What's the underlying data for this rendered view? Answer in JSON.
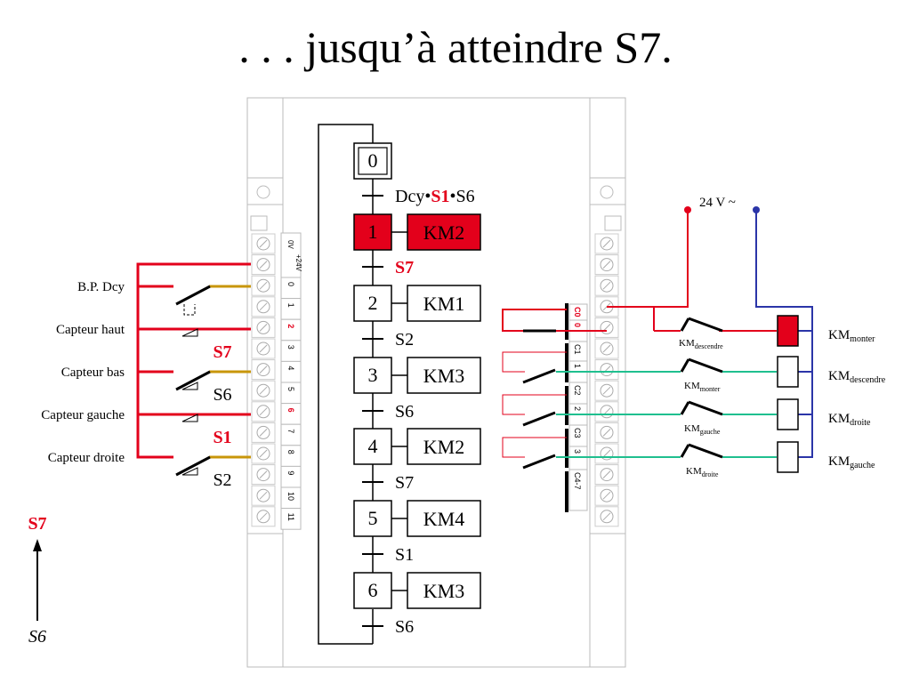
{
  "title": ". . . jusqu’à atteindre S7.",
  "colors": {
    "active": "#e3001b",
    "supply_red": "#e3001b",
    "supply_blue": "#2b35a8",
    "input_wire": "#c8960a",
    "output_wire": "#1fbf8f",
    "frame": "#bbbbbb"
  },
  "grafcet": {
    "steps": [
      {
        "id": "0",
        "initial": true,
        "active": false,
        "action": ""
      },
      {
        "id": "1",
        "initial": false,
        "active": true,
        "action": "KM2"
      },
      {
        "id": "2",
        "initial": false,
        "active": false,
        "action": "KM1"
      },
      {
        "id": "3",
        "initial": false,
        "active": false,
        "action": "KM3"
      },
      {
        "id": "4",
        "initial": false,
        "active": false,
        "action": "KM2"
      },
      {
        "id": "5",
        "initial": false,
        "active": false,
        "action": "KM4"
      },
      {
        "id": "6",
        "initial": false,
        "active": false,
        "action": "KM3"
      }
    ],
    "transition0": {
      "a": "Dcy",
      "b": "S1",
      "c": "S6",
      "dot": "•"
    },
    "transitions": [
      "S7",
      "S2",
      "S6",
      "S7",
      "S1",
      "S6"
    ]
  },
  "inputs": {
    "labels": [
      "B.P. Dcy",
      "Capteur haut",
      "Capteur bas",
      "Capteur gauche",
      "Capteur droite"
    ],
    "sensor_tags": [
      "S7",
      "S6",
      "S1",
      "S2"
    ],
    "header_0v": "0V",
    "header_24v": "+24V",
    "numbers": [
      "0",
      "1",
      "2",
      "3",
      "4",
      "5",
      "6",
      "7",
      "8",
      "9",
      "10",
      "11"
    ],
    "active_numbers": [
      "2",
      "6"
    ]
  },
  "outputs": {
    "supply": "24 V ~",
    "terminals": [
      "C0",
      "0",
      "C1",
      "1",
      "C2",
      "2",
      "C3",
      "3",
      "C4-7"
    ],
    "contacts": [
      {
        "main": "KM",
        "sub": "descendre"
      },
      {
        "main": "KM",
        "sub": "monter"
      },
      {
        "main": "KM",
        "sub": "gauche"
      },
      {
        "main": "KM",
        "sub": "droite"
      }
    ],
    "coils": [
      {
        "main": "KM",
        "sub": "monter",
        "active": true
      },
      {
        "main": "KM",
        "sub": "descendre",
        "active": false
      },
      {
        "main": "KM",
        "sub": "droite",
        "active": false
      },
      {
        "main": "KM",
        "sub": "gauche",
        "active": false
      }
    ]
  },
  "legend": {
    "top": "S7",
    "bottom": "S6"
  }
}
